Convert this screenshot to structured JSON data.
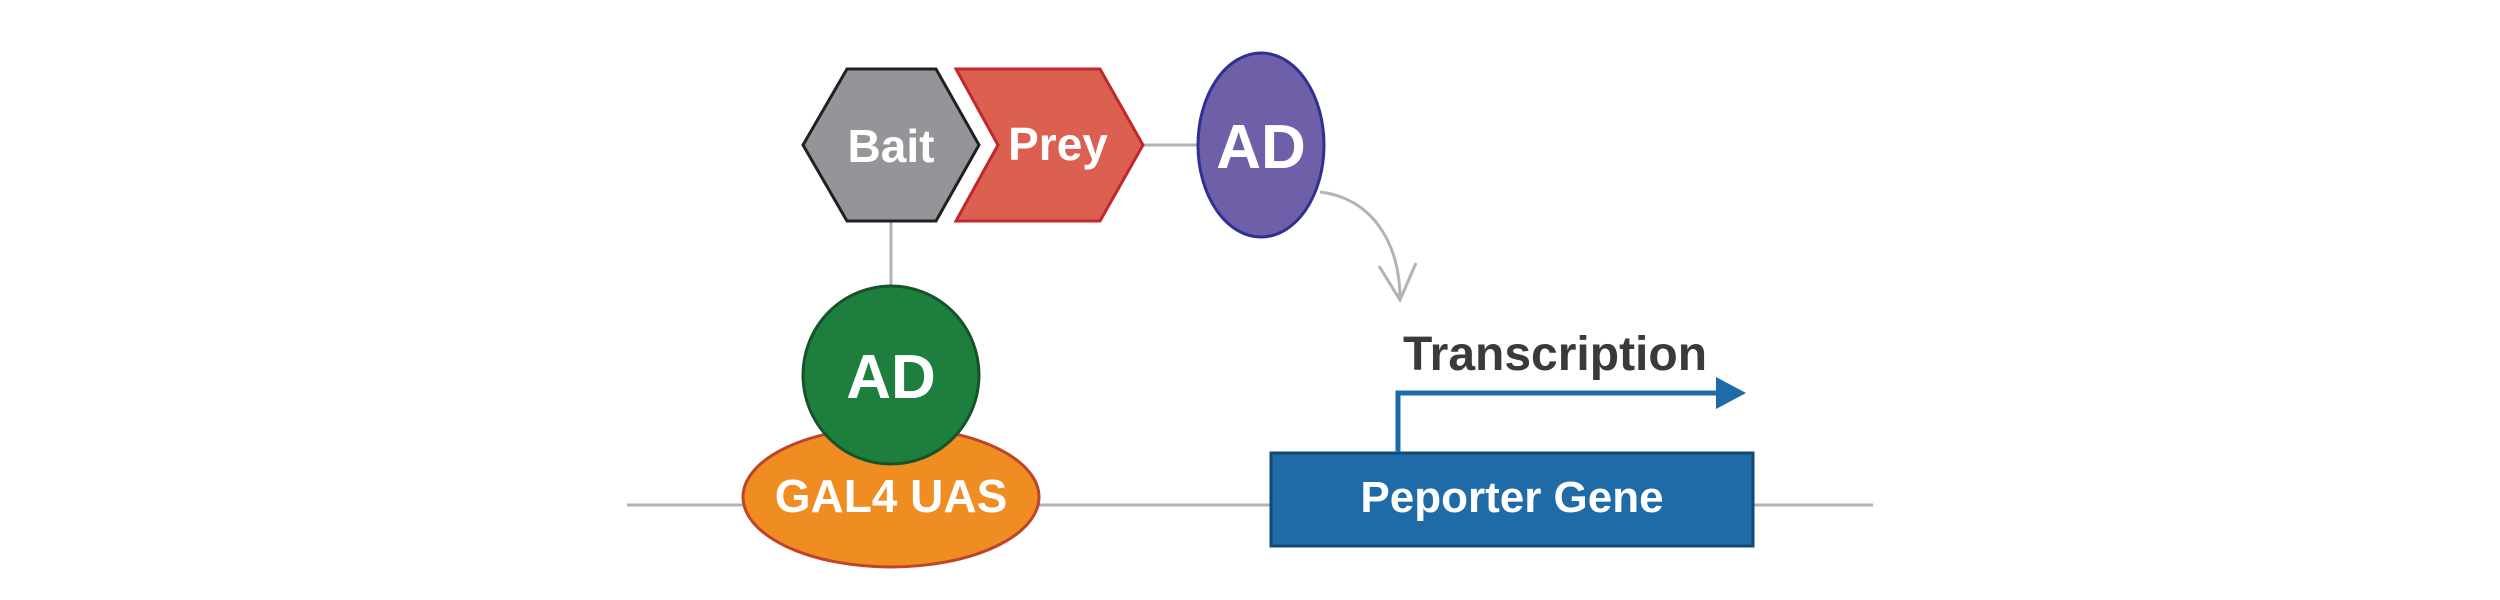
{
  "diagram": {
    "title": "Yeast two-hybrid reporter activation",
    "nodes": {
      "bait": {
        "label": "Bait",
        "fill": "#939598",
        "stroke": "#231f20"
      },
      "prey": {
        "label": "Prey",
        "fill": "#dc6050",
        "stroke": "#c1272d"
      },
      "prey_ad": {
        "label": "AD",
        "fill": "#6f5fa8",
        "stroke": "#2e3192"
      },
      "bound_ad": {
        "label": "AD",
        "fill": "#1e7e3e",
        "stroke": "#15532a"
      },
      "gal4_uas": {
        "label": "GAL4 UAS",
        "fill": "#ef8c22",
        "stroke": "#c1432a"
      },
      "reporter": {
        "label": "Peporter Gene",
        "fill": "#1e6ba8",
        "stroke": "#0f4a75"
      }
    },
    "transcription_label": "Transcription",
    "colors": {
      "line": "#b3b3b3",
      "arrow": "#1e6ba8",
      "text_dark": "#3a3a3a"
    }
  }
}
